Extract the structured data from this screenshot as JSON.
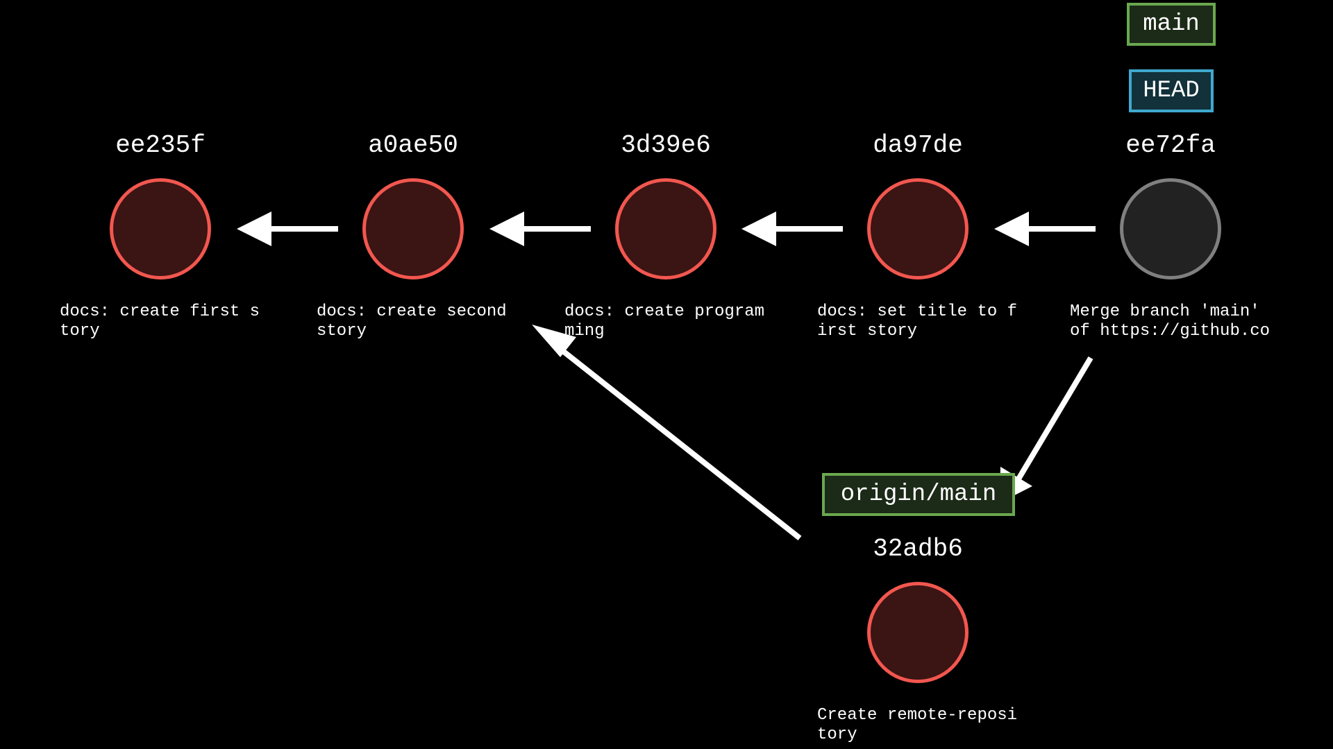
{
  "colors": {
    "background": "#000000",
    "commit_border": "#f2574f",
    "commit_fill": "#3b1414",
    "merge_border": "#808080",
    "merge_fill": "#222222",
    "branch_label_border": "#6aa84f",
    "head_label_border": "#3fa9cf",
    "arrow": "#ffffff"
  },
  "commits": [
    {
      "hash": "ee235f",
      "message": "docs: create first s\ntory"
    },
    {
      "hash": "a0ae50",
      "message": "docs: create second\nstory"
    },
    {
      "hash": "3d39e6",
      "message": "docs: create program\nming"
    },
    {
      "hash": "da97de",
      "message": "docs: set title to f\nirst story"
    },
    {
      "hash": "ee72fa",
      "message": "Merge branch 'main'\nof https://github.co"
    },
    {
      "hash": "32adb6",
      "message": "Create remote-reposi\ntory"
    }
  ],
  "edges": [
    {
      "from": "ee72fa",
      "to": "da97de"
    },
    {
      "from": "da97de",
      "to": "3d39e6"
    },
    {
      "from": "3d39e6",
      "to": "a0ae50"
    },
    {
      "from": "a0ae50",
      "to": "ee235f"
    },
    {
      "from": "ee72fa",
      "to": "32adb6"
    },
    {
      "from": "32adb6",
      "to": "a0ae50"
    }
  ],
  "refs": {
    "main": "main",
    "head": "HEAD",
    "origin_main": "origin/main"
  }
}
